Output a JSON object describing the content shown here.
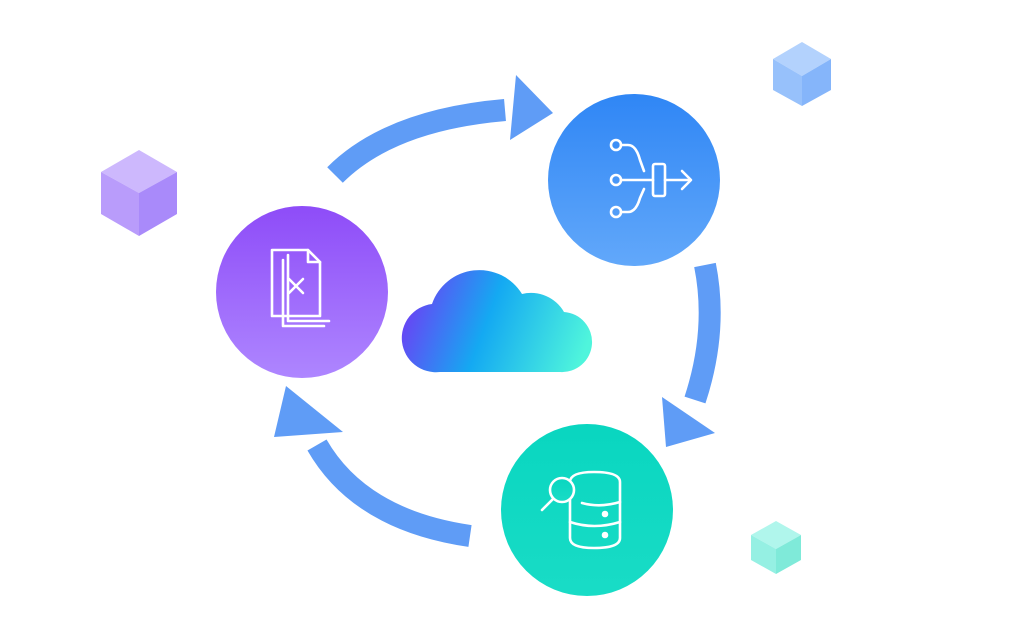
{
  "colors": {
    "background": "#ffffff",
    "arrow": "#5f9cf6",
    "node_documents_top": "#8e4cf8",
    "node_documents_bottom": "#ae86ff",
    "node_pipeline_top": "#2f86f5",
    "node_pipeline_bottom": "#62a8fa",
    "node_database": "#10d8c1",
    "cloud_start": "#6c3ff5",
    "cloud_mid": "#14a9f2",
    "cloud_end": "#4ff5dc",
    "cube_purple": "#b79cfb",
    "cube_blue": "#8fbcfb",
    "cube_teal": "#8df0e1"
  },
  "icons": {
    "documents": "document-x-stack-icon",
    "pipeline": "merge-flow-icon",
    "database": "database-search-icon",
    "cloud": "cloud-icon"
  },
  "nodes": [
    {
      "name": "documents-node",
      "icon": "document-x-stack-icon"
    },
    {
      "name": "pipeline-node",
      "icon": "merge-flow-icon"
    },
    {
      "name": "database-node",
      "icon": "database-search-icon"
    }
  ],
  "flow": [
    {
      "from": "documents-node",
      "to": "pipeline-node"
    },
    {
      "from": "pipeline-node",
      "to": "database-node"
    },
    {
      "from": "database-node",
      "to": "documents-node"
    }
  ]
}
